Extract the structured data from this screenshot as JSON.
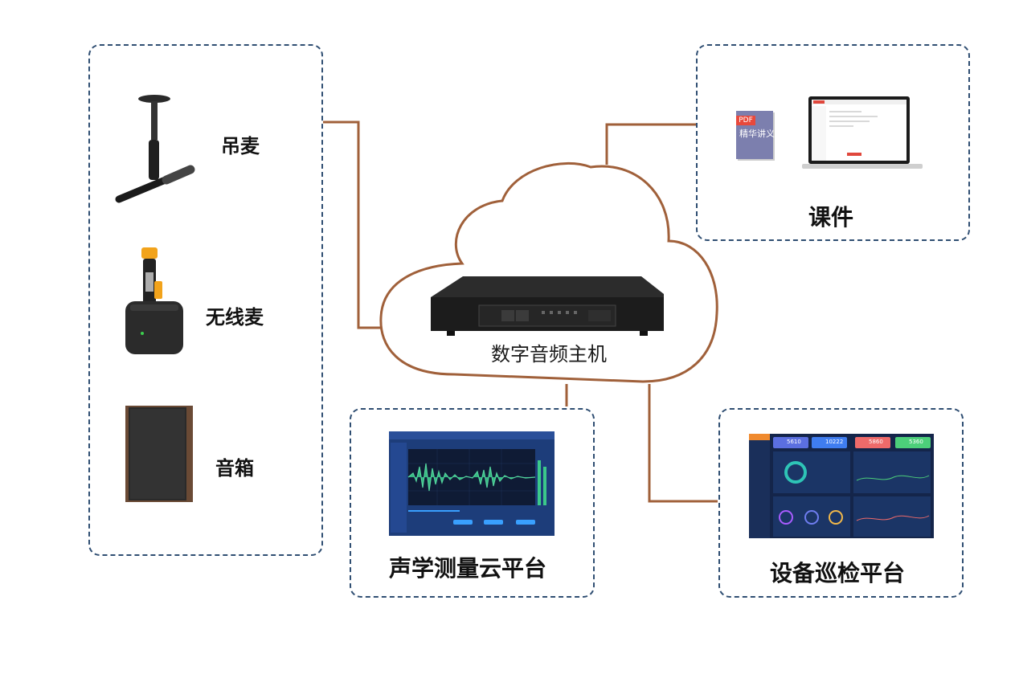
{
  "nodes": {
    "ceiling_mic": "吊麦",
    "wireless_mic": "无线麦",
    "speaker": "音箱",
    "host": "数字音频主机",
    "courseware": "课件",
    "courseware_pdf_badge": "PDF",
    "courseware_pdf_title": "精华讲义",
    "acoustic_platform": "声学测量云平台",
    "inspection_platform": "设备巡检平台"
  },
  "inspection_stats": [
    "5610",
    "10222",
    "5860",
    "5360"
  ],
  "colors": {
    "panel_border": "#2f4e72",
    "connector": "#a0603a",
    "cloud_outline": "#a0603a"
  }
}
